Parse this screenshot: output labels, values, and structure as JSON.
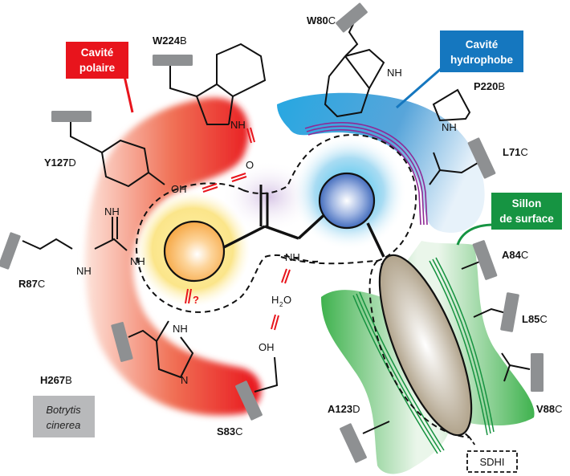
{
  "diagram": {
    "title": "SDHI binding site in Botrytis cinerea",
    "regions": {
      "polar": {
        "label_line1": "Cavité",
        "label_line2": "polaire",
        "color": "#e8141c"
      },
      "hydrophobic": {
        "label_line1": "Cavité",
        "label_line2": "hydrophobe",
        "color": "#1577bf"
      },
      "surface": {
        "label_line1": "Sillon",
        "label_line2": "de surface",
        "color": "#169442"
      }
    },
    "residues": [
      {
        "id": "W224",
        "chain": "B"
      },
      {
        "id": "Y127",
        "chain": "D"
      },
      {
        "id": "R87",
        "chain": "C"
      },
      {
        "id": "H267",
        "chain": "B"
      },
      {
        "id": "S83",
        "chain": "C"
      },
      {
        "id": "W80",
        "chain": "C"
      },
      {
        "id": "P220",
        "chain": "B"
      },
      {
        "id": "L71",
        "chain": "C"
      },
      {
        "id": "A84",
        "chain": "C"
      },
      {
        "id": "L85",
        "chain": "C"
      },
      {
        "id": "V88",
        "chain": "C"
      },
      {
        "id": "A123",
        "chain": "D"
      }
    ],
    "atoms": {
      "nh": "NH",
      "n": "N",
      "o": "O",
      "oh": "OH",
      "h": "H",
      "h2o_sub": "2",
      "o_letter": "O",
      "question": "?"
    },
    "organism": {
      "line1": "Botrytis",
      "line2": "cinerea"
    },
    "ligand_label": "SDHI"
  }
}
